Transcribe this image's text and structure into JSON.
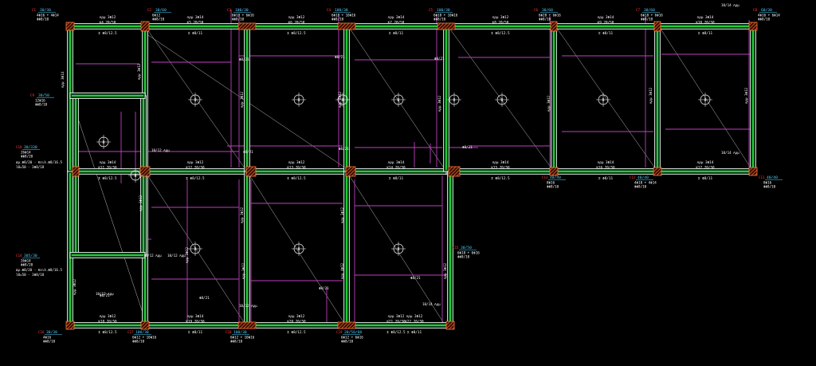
{
  "theme": {
    "background": "#000000",
    "beam_edge": "#ffffff",
    "beam_fill": "#0b3d1a",
    "rebar": "#22cc33",
    "column_hatch": "#ff7a3a",
    "slab_rebar": "#c040c0",
    "text_white": "#ffffff",
    "text_cyan": "#4fd2ff",
    "text_red": "#ff3b3b"
  },
  "columns": [
    {
      "id": "C1",
      "size": "30/30",
      "rebar": "4Φ16 + 4Φ14",
      "ties": "ΦΦ8/10"
    },
    {
      "id": "C2",
      "size": "30/60",
      "rebar": "6Φ12",
      "ties": "ΦΦ8/10"
    },
    {
      "id": "C3",
      "size": "100/30",
      "rebar": "6Φ18 + 6Φ16",
      "ties": "ΦΦ8/10"
    },
    {
      "id": "C4",
      "size": "100/30",
      "rebar": "6Φ18 + 10Φ16",
      "ties": "ΦΦ8/10"
    },
    {
      "id": "C5",
      "size": "100/30",
      "rebar": "6Φ18 + 10Φ16",
      "ties": "ΦΦ8/10"
    },
    {
      "id": "C6",
      "size": "30/60",
      "rebar": "6Φ20 + 6Φ16",
      "ties": "ΦΦ8/10"
    },
    {
      "id": "C7",
      "size": "30/60",
      "rebar": "6Φ18 + 6Φ16",
      "ties": "ΦΦ8/10"
    },
    {
      "id": "C8",
      "size": "60/30",
      "rebar": "4Φ16 + 6Φ14",
      "ties": "ΦΦ8/10"
    },
    {
      "id": "C9",
      "size": "30/50",
      "rebar": "12Φ16",
      "ties": "ΦΦ8/10"
    },
    {
      "id": "C10",
      "size": "30/330",
      "rebar": "26Φ14",
      "ties": "ΦΦ8/20"
    },
    {
      "id": "C11",
      "size": "40/40",
      "rebar": "8Φ16",
      "ties": "ΦΦ8/10"
    },
    {
      "id": "C12",
      "size": "40/40",
      "rebar": "4Φ18 + 4Φ14",
      "ties": "ΦΦ8/10"
    },
    {
      "id": "C13",
      "size": "40/40",
      "rebar": "8Φ16",
      "ties": "ΦΦ8/10"
    },
    {
      "id": "C14",
      "size": "305/30",
      "rebar": "26Φ14",
      "ties": "ΦΦ8/20"
    },
    {
      "id": "C15",
      "size": "30/50",
      "rebar": "6Φ18 + 6Φ16",
      "ties": "ΦΦ8/10"
    },
    {
      "id": "C16",
      "size": "30/30",
      "rebar": "4Φ16",
      "ties": "ΦΦ8/10"
    },
    {
      "id": "C17",
      "size": "100/30",
      "rebar": "6Φ12 + 10Φ16",
      "ties": "ΦΦ8/10"
    },
    {
      "id": "C18",
      "size": "100/30",
      "rebar": "6Φ12 + 10Φ16",
      "ties": "ΦΦ8/10"
    },
    {
      "id": "C19",
      "size": "20/50/60",
      "rebar": "6Φ12 + 6Φ16",
      "ties": "ΦΦ8/10"
    }
  ],
  "beams": [
    {
      "id": "Κ4",
      "section": "20/50",
      "top": "Αρμ 3Φ12",
      "stirrups": "Σ Φ8/12.5"
    },
    {
      "id": "Κ5",
      "section": "20/50",
      "top": "Αρμ 3Φ14",
      "stirrups": "Σ Φ8/11"
    },
    {
      "id": "Κ6",
      "section": "20/50",
      "top": "Αρμ 3Φ12",
      "stirrups": "Σ Φ8/12.5"
    },
    {
      "id": "Κ7",
      "section": "20/50",
      "top": "Αρμ 3Φ14",
      "stirrups": "Σ Φ8/11"
    },
    {
      "id": "Κ8",
      "section": "20/50",
      "top": "Αρμ 3Φ12",
      "stirrups": "Σ Φ8/12.5"
    },
    {
      "id": "Κ9",
      "section": "20/50",
      "top": "Αρμ 3Φ14",
      "stirrups": "Σ Φ8/11"
    },
    {
      "id": "Κ10",
      "section": "20/50",
      "top": "Αρμ 3Φ14",
      "stirrups": "Σ Φ8/11"
    },
    {
      "id": "Κ11",
      "section": "20/50",
      "top": "Αρμ 3Φ14",
      "stirrups": "Σ Φ8/12.5"
    },
    {
      "id": "Κ12",
      "section": "20/50",
      "top": "Αρμ 3Φ12",
      "stirrups": "Σ Φ8/12.5"
    },
    {
      "id": "Κ13",
      "section": "20/50",
      "top": "Αρμ 3Φ12",
      "stirrups": "Σ Φ8/12.5"
    },
    {
      "id": "Κ14",
      "section": "20/50",
      "top": "Αρμ 3Φ14",
      "stirrups": "Σ Φ8/11"
    },
    {
      "id": "Κ15",
      "section": "20/50",
      "top": "Αρμ 3Φ14",
      "stirrups": "Σ Φ8/12.5"
    },
    {
      "id": "Κ16",
      "section": "20/50",
      "top": "Αρμ 3Φ14",
      "stirrups": "Σ Φ8/11"
    },
    {
      "id": "Κ17",
      "section": "20/50",
      "top": "Αρμ 3Φ14",
      "stirrups": "Σ Φ8/11"
    },
    {
      "id": "Κ18",
      "section": "20/50",
      "top": "Αρμ 3Φ12",
      "stirrups": "Σ Φ8/12.5"
    },
    {
      "id": "Κ19",
      "section": "20/50",
      "top": "Αρμ 3Φ14",
      "stirrups": "Σ Φ8/11"
    },
    {
      "id": "Κ20",
      "section": "20/50",
      "top": "Αρμ 3Φ12",
      "stirrups": "Σ Φ8/12.5"
    },
    {
      "id": "Κ21",
      "section": "20/50",
      "top": "Αρμ 3Φ12",
      "stirrups": "Σ Φ8/12.5"
    },
    {
      "id": "Κ22",
      "section": "20/50",
      "top": "Αρμ 3Φ12",
      "stirrups": "Σ Φ8/11"
    }
  ],
  "beam_side_labels": [
    "Αρμ 3Φ14",
    "Αρμ 3Φ12",
    "Αρμ 3Φ12",
    "Αρμ 4Φ12",
    "Αρμ 3Φ12",
    "Αρμ 3Φ12",
    "Αρμ 3Φ12",
    "Αρμ 3Φ12",
    "Αρμ 3Φ12",
    "Αρμ 3Φ12",
    "Αρμ 4Φ12",
    "Αρμ 3Φ12",
    "Αρμ 3Φ12",
    "Αρμ 3Φ12",
    "Αρμ 3Φ12",
    "Αρμ 3Φ12"
  ],
  "slab_labels": [
    "Φ8/21",
    "Φ8/21",
    "Φ8/21",
    "Φ8/21",
    "Φ8/21",
    "Φ8/21",
    "Φ8/21",
    "Φ8/21",
    "Φ8/21",
    "Φ8/21"
  ],
  "extra_bar_labels": [
    "10/14 Αρμ",
    "10/12 Αρμ",
    "10/12 Αρμ",
    "10/12 Αρμ",
    "10/14 Αρμ",
    "10/14 Αρμ",
    "10/12 Αρμ",
    "10/12 Αρμ"
  ],
  "slab_markers": [
    "Π",
    "Π",
    "Π",
    "Π",
    "Π",
    "Π",
    "Π",
    "Π",
    "Π",
    "Π",
    "Π",
    "Π",
    "Π"
  ],
  "notes": {
    "c10_detail": "Δρ.Φ8/20 - Κοιλ.Φ8/16.5",
    "c10_detail2": "l0=50 - 3Φ8/18",
    "c14_detail": "Δρ.Φ8/20 - Κοιλ.Φ8/16.5",
    "c14_detail2": "l0=50 - 3Φ8/18"
  }
}
